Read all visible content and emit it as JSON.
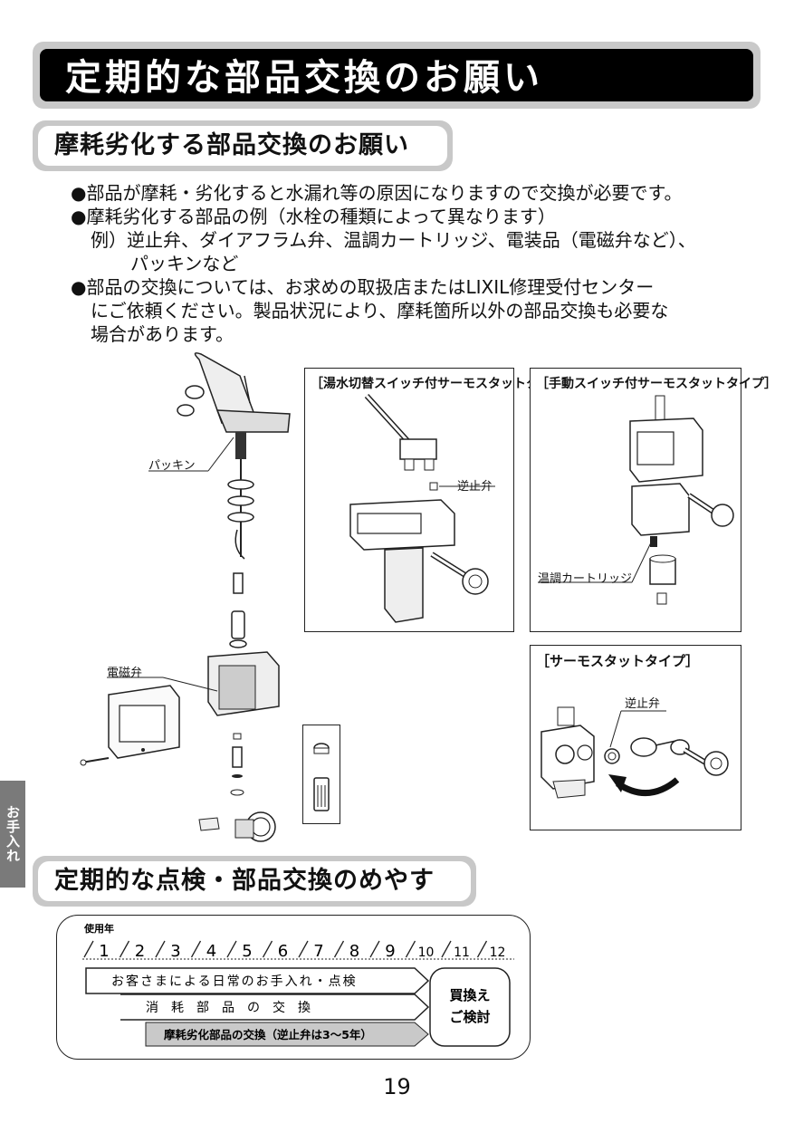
{
  "main_title": "定期的な部品交換のお願い",
  "section1": {
    "heading": "摩耗劣化する部品交換のお願い",
    "bullet1": "●部品が摩耗・劣化すると水漏れ等の原因になりますので交換が必要です。",
    "bullet2": "●摩耗劣化する部品の例（水栓の種類によって異なります）",
    "example_line1": "例）逆止弁、ダイアフラム弁、温調カートリッジ、電装品（電磁弁など）、",
    "example_line2": "パッキンなど",
    "bullet3_line1": "●部品の交換については、お求めの取扱店またはLIXIL修理受付センター",
    "bullet3_line2": "にご依頼ください。製品状況により、摩耗箇所以外の部品交換も必要な",
    "bullet3_line3": "場合があります。"
  },
  "figures": {
    "main": {
      "packing_label": "パッキン",
      "solenoid_label": "電磁弁"
    },
    "box1": {
      "title": "［湯水切替スイッチ付サーモスタットタイプ］",
      "check_valve_label": "逆止弁"
    },
    "box2": {
      "title": "［手動スイッチ付サーモスタットタイプ］",
      "cartridge_label": "温調カートリッジ"
    },
    "box3": {
      "title": "［サーモスタットタイプ］",
      "check_valve_label": "逆止弁"
    }
  },
  "side_tab": "お手入れ",
  "section2": {
    "heading": "定期的な点検・部品交換のめやす",
    "years_label": "使用年",
    "years": [
      "1",
      "2",
      "3",
      "4",
      "5",
      "6",
      "7",
      "8",
      "9",
      "10",
      "11",
      "12"
    ],
    "bar1": "お客さまによる日常のお手入れ・点検",
    "bar2": "消　耗　部　品　の　交　換",
    "bar3": "摩耗劣化部品の交換（逆止弁は3〜5年）",
    "replace_line1": "買換え",
    "replace_line2": "ご検討"
  },
  "page_number": "19"
}
